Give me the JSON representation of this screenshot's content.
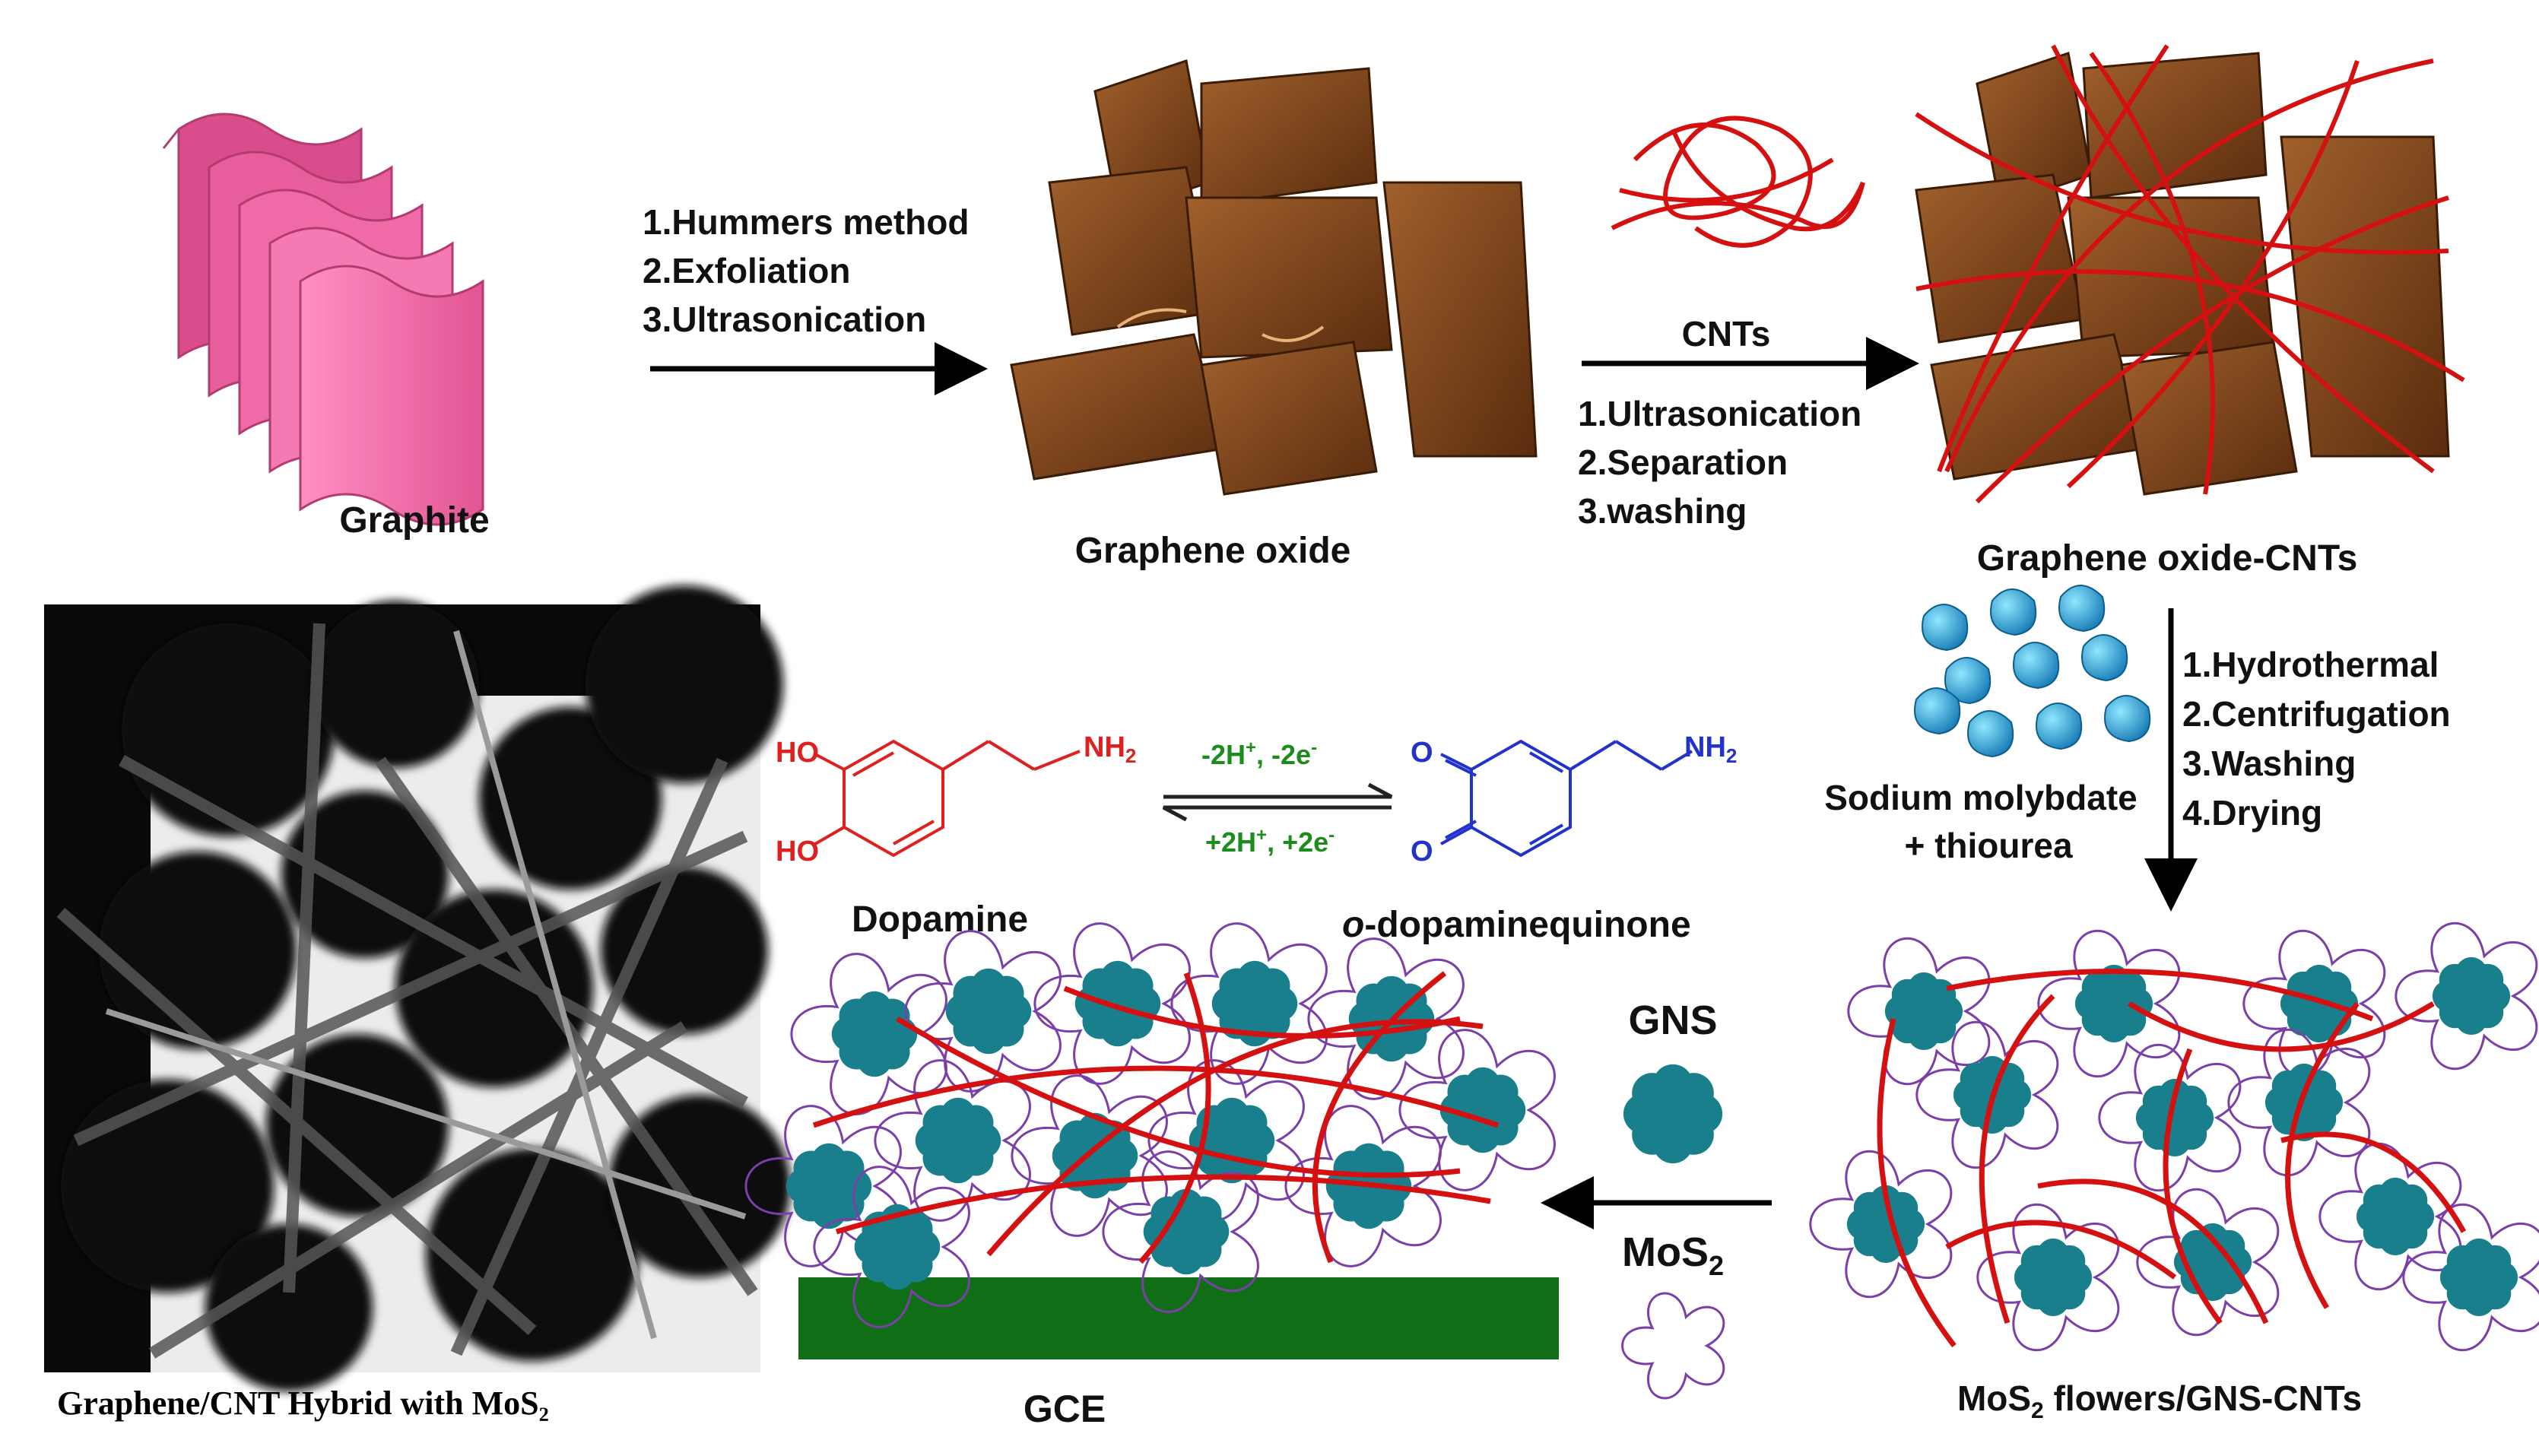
{
  "labels": {
    "graphite": "Graphite",
    "graphene_oxide": "Graphene oxide",
    "go_cnts": "Graphene oxide-CNTs",
    "cnts": "CNTs",
    "sodium_molybdate": "Sodium molybdate",
    "thiourea": "+ thiourea",
    "dopamine": "Dopamine",
    "dopaminequinone_prefix": "o",
    "dopaminequinone": "-dopaminequinone",
    "gns": "GNS",
    "mos2_main": "MoS",
    "mos2_sub": "2",
    "gce": "GCE",
    "flowers_main": "MoS",
    "flowers_sub": "2",
    "flowers_rest": " flowers/GNS-CNTs",
    "tem_caption": "Graphene/CNT Hybrid with MoS₂"
  },
  "steps": {
    "step1": [
      "1.Hummers method",
      "2.Exfoliation",
      "3.Ultrasonication"
    ],
    "step2": [
      "1.Ultrasonication",
      "2.Separation",
      "3.washing"
    ],
    "step3": [
      "1.Hydrothermal",
      "2.Centrifugation",
      "3.Washing",
      "4.Drying"
    ]
  },
  "chemistry": {
    "ho1": "HO",
    "ho2": "HO",
    "nh2_left": "NH",
    "nh2_left_sub": "2",
    "nh2_right": "NH",
    "nh2_right_sub": "2",
    "o1": "O",
    "o2": "O",
    "forward": "-2H",
    "forward_rest": ", -2e",
    "reverse": "+2H",
    "reverse_rest": ", +2e",
    "plus": "+",
    "minus": "-"
  },
  "colors": {
    "graphite": "#f06aa8",
    "graphene_oxide": "#7a4118",
    "cnt": "#d41010",
    "mos2_core": "#1a7f8c",
    "flower_outline": "#7b3fa8",
    "electrode": "#0f6e16",
    "dopamine": "#e01f1f",
    "quinone": "#2233cc",
    "reaction": "#1c8c1c"
  }
}
